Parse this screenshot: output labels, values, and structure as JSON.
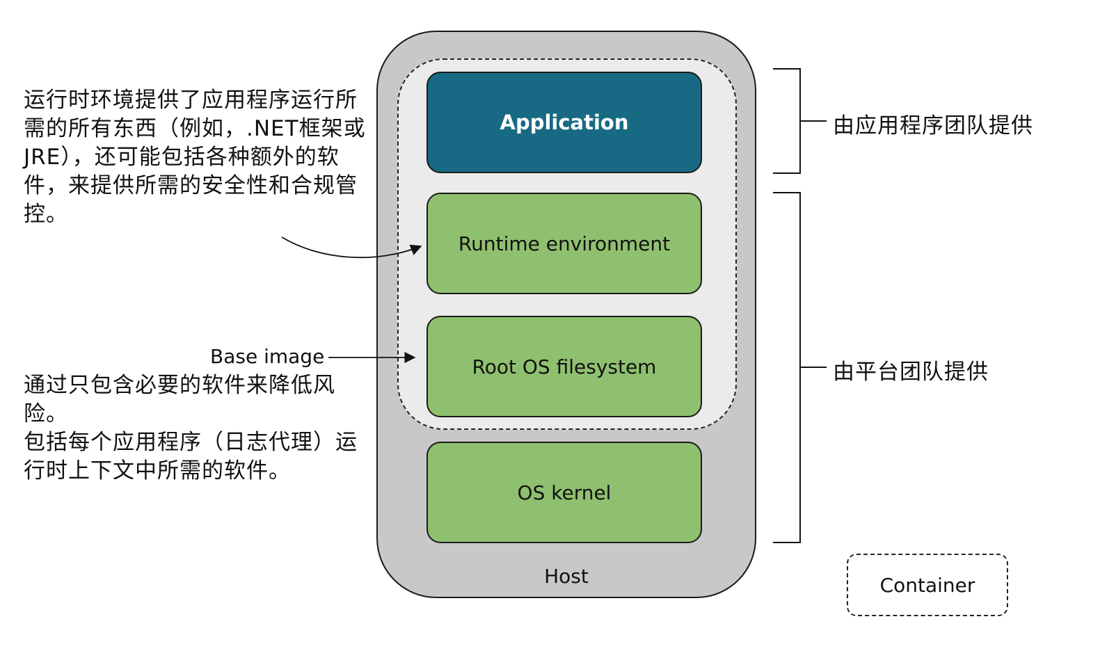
{
  "layers": {
    "application": "Application",
    "runtime": "Runtime environment",
    "rootfs": "Root OS filesystem",
    "kernel": "OS kernel"
  },
  "host_label": "Host",
  "legend_label": "Container",
  "annotations": {
    "runtime_note": "运行时环境提供了应用程序运行所需的所有东西（例如，.NET框架或JRE），还可能包括各种额外的软件，来提供所需的安全性和合规管控。",
    "base_image_label": "Base image",
    "base_image_note_1": "通过只包含必要的软件来降低风险。",
    "base_image_note_2": "包括每个应用程序（日志代理）运行时上下文中所需的软件。"
  },
  "braces": {
    "app_team": "由应用程序团队提供",
    "platform_team": "由平台团队提供"
  },
  "colors": {
    "host_fill": "#c8c8c8",
    "container_fill": "#ebebeb",
    "application_fill": "#186a84",
    "layer_fill": "#8fc06f"
  }
}
